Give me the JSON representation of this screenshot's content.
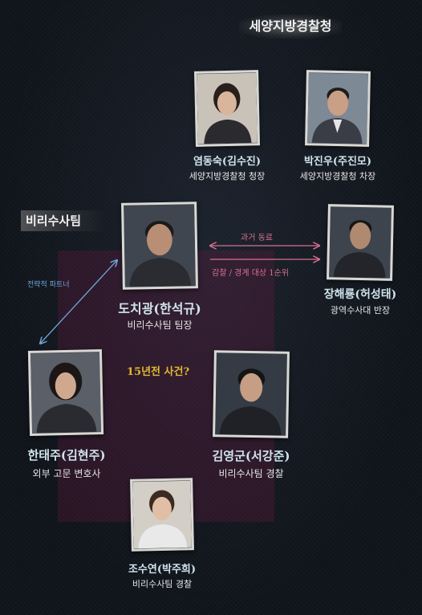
{
  "header": {
    "org_label": "세양지방경찰청"
  },
  "team": {
    "label": "비리수사팀"
  },
  "people": [
    {
      "name": "염동숙(김수진)",
      "role": "세양지방경찰청 청장"
    },
    {
      "name": "박진우(주진모)",
      "role": "세양지방경찰청 차장"
    },
    {
      "name": "도치광(한석규)",
      "role": "비리수사팀 팀장"
    },
    {
      "name": "장해룡(허성태)",
      "role": "광역수사대 반장"
    },
    {
      "name": "한태주(김현주)",
      "role": "외부 고문 변호사"
    },
    {
      "name": "김영군(서강준)",
      "role": "비리수사팀 경찰"
    },
    {
      "name": "조수연(박주희)",
      "role": "비리수사팀 경찰"
    }
  ],
  "relations": {
    "past_colleague": "과거 동료",
    "surveillance": "감찰 / 경계 대상 1순위",
    "strategic_partner": "전략적 파트너",
    "incident": "15년전 사건?"
  },
  "colors": {
    "background": "#0f131a",
    "panel": "#6e1946",
    "name_text": "#cfe3ec",
    "arrow_pink": "#d7708f",
    "arrow_blue": "#6fa7d6",
    "incident_text": "#e2b832"
  }
}
